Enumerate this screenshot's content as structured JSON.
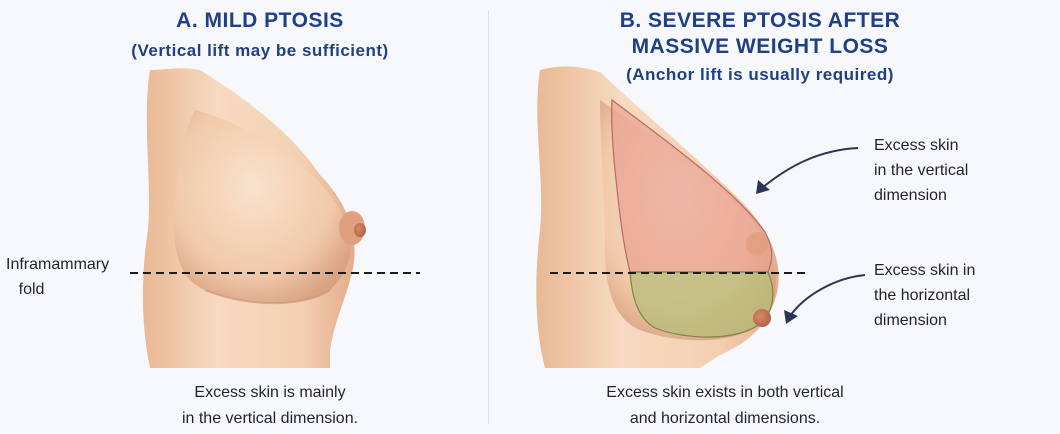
{
  "panel_a": {
    "title": "A. MILD PTOSIS",
    "subtitle": "(Vertical lift may be sufficient)",
    "fold_label_line1": "Inframammary",
    "fold_label_line2": "fold",
    "caption_line1": "Excess skin is mainly",
    "caption_line2": "in the vertical dimension."
  },
  "panel_b": {
    "title_line1": "B. SEVERE PTOSIS AFTER",
    "title_line2": "MASSIVE WEIGHT LOSS",
    "subtitle": "(Anchor lift is usually required)",
    "vertical_note_line1": "Excess skin",
    "vertical_note_line2": "in the vertical",
    "vertical_note_line3": "dimension",
    "horizontal_note_line1": "Excess skin in",
    "horizontal_note_line2": "the horizontal",
    "horizontal_note_line3": "dimension",
    "caption_line1": "Excess skin exists in both vertical",
    "caption_line2": "and horizontal dimensions."
  },
  "colors": {
    "title": "#1f3f86",
    "skin": "#f3d2b5",
    "skin_shadow": "#dba98a",
    "vertical_zone": "#e79a8c",
    "horizontal_zone": "#b7bd7a",
    "arrow": "#2c3654"
  }
}
